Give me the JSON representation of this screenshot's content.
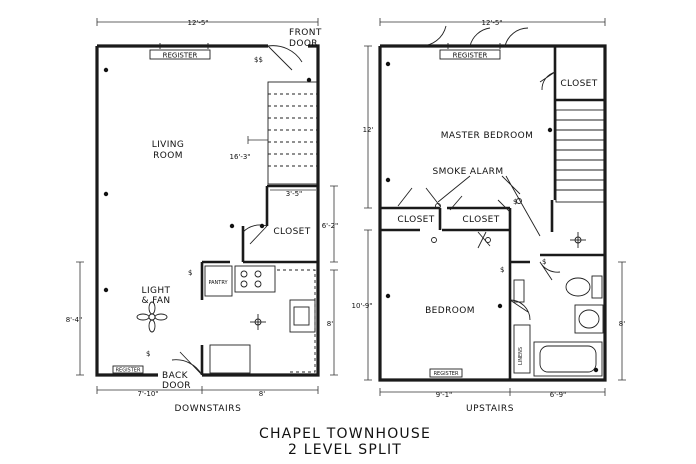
{
  "downstairs": {
    "dim_width_top": "12'-5\"",
    "front_door": [
      "FRONT",
      "DOOR"
    ],
    "register_top": "REGISTER",
    "living_room": [
      "LIVING",
      "ROOM"
    ],
    "dim_living_height": "16'-3\"",
    "dim_closet_width": "3'-5\"",
    "closet": "CLOSET",
    "dim_closet_height": "6'-2\"",
    "light_fan": [
      "LIGHT",
      "& FAN"
    ],
    "pantry": "PANTRY",
    "dim_left_height": "8'-4\"",
    "dim_right_height": "8'",
    "register_bottom": "REGISTER",
    "back_door": [
      "BACK",
      "DOOR"
    ],
    "dim_bottom_left": "7'-10\"",
    "dim_bottom_right": "8'",
    "caption": "DOWNSTAIRS"
  },
  "upstairs": {
    "dim_width_top": "12'-5\"",
    "register_top": "REGISTER",
    "closet_top": "CLOSET",
    "master_bedroom": "MASTER BEDROOM",
    "dim_master_height": "12'",
    "smoke_alarm": "SMOKE ALARM",
    "closet_left": "CLOSET",
    "closet_right": "CLOSET",
    "bedroom": "BEDROOM",
    "dim_bedroom_height": "10'-9\"",
    "linens": "LINENS",
    "dim_bath_height": "8'",
    "register_bottom": "REGISTER",
    "dim_bottom_left": "9'-1\"",
    "dim_bottom_right": "6'-9\"",
    "caption": "UPSTAIRS"
  },
  "title": [
    "CHAPEL TOWNHOUSE",
    "2 LEVEL SPLIT"
  ]
}
